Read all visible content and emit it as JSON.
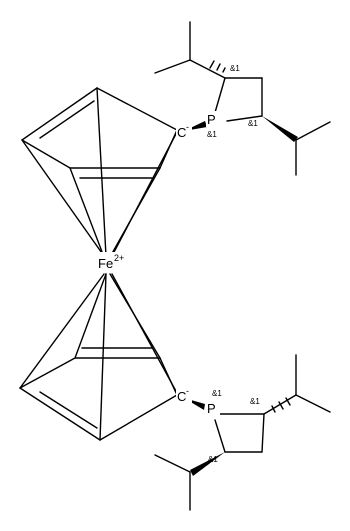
{
  "atoms": {
    "fe": "Fe",
    "fe_charge": "2+",
    "c_top": "C",
    "c_top_charge": "-",
    "c_bottom": "C",
    "c_bottom_charge": "-",
    "p_top": "P",
    "p_bottom": "P"
  },
  "stereo_labels": {
    "p_top": "&1",
    "ring_top_upper": "&1",
    "ring_top_lower": "&1",
    "p_bottom": "&1",
    "ring_bottom_upper": "&1",
    "ring_bottom_lower": "&1"
  }
}
